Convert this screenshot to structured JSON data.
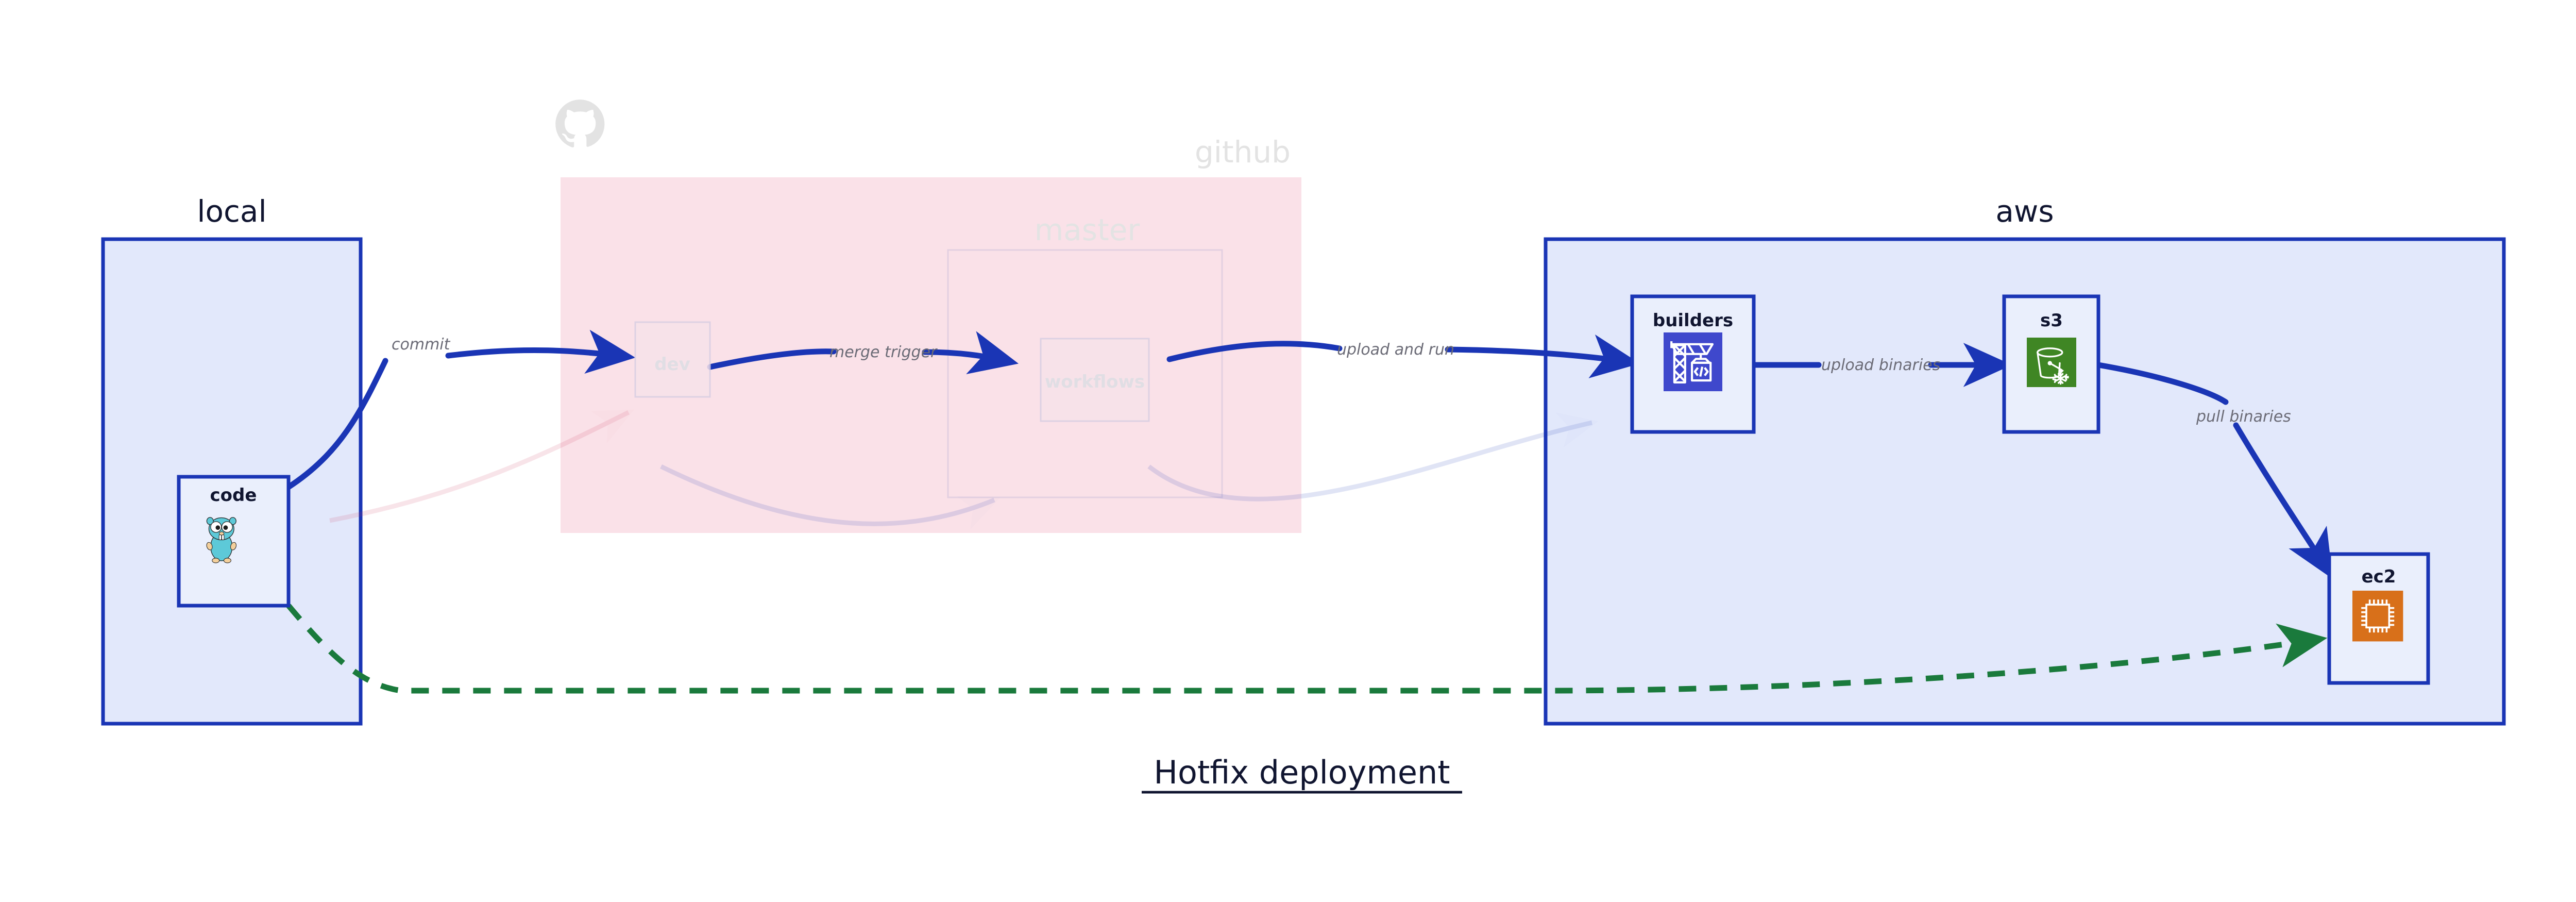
{
  "diagram": {
    "title": "Hotfix deployment",
    "zones": [
      {
        "id": "local",
        "label": "local",
        "state": "active"
      },
      {
        "id": "github",
        "label": "github",
        "state": "dimmed"
      },
      {
        "id": "aws",
        "label": "aws",
        "state": "active"
      }
    ],
    "subzones": [
      {
        "id": "master",
        "label": "master",
        "parent": "github",
        "state": "dimmed"
      }
    ],
    "nodes": [
      {
        "id": "code",
        "label": "code",
        "zone": "local",
        "icon": "go-gopher-icon",
        "state": "active"
      },
      {
        "id": "dev",
        "label": "dev",
        "zone": "github",
        "icon": "none",
        "state": "dimmed"
      },
      {
        "id": "workflows",
        "label": "workflows",
        "zone": "master",
        "icon": "none",
        "state": "dimmed"
      },
      {
        "id": "builders",
        "label": "builders",
        "zone": "aws",
        "icon": "aws-codebuild-icon",
        "state": "active"
      },
      {
        "id": "s3",
        "label": "s3",
        "zone": "aws",
        "icon": "aws-s3-glacier-icon",
        "state": "active"
      },
      {
        "id": "ec2",
        "label": "ec2",
        "zone": "aws",
        "icon": "aws-ec2-icon",
        "state": "active"
      }
    ],
    "edges": [
      {
        "id": "commit",
        "label": "commit",
        "from": "code",
        "to": "dev",
        "style": "solid",
        "state": "active"
      },
      {
        "id": "merge-trigger",
        "label": "merge trigger",
        "from": "dev",
        "to": "workflows",
        "style": "solid",
        "state": "active"
      },
      {
        "id": "upload-and-run",
        "label": "upload and run",
        "from": "workflows",
        "to": "builders",
        "style": "solid",
        "state": "active"
      },
      {
        "id": "upload-binaries",
        "label": "upload binaries",
        "from": "builders",
        "to": "s3",
        "style": "solid",
        "state": "active"
      },
      {
        "id": "pull-binaries",
        "label": "pull binaries",
        "from": "s3",
        "to": "ec2",
        "style": "solid",
        "state": "active"
      },
      {
        "id": "hotfix-direct",
        "label": "",
        "from": "code",
        "to": "ec2",
        "style": "dashed",
        "state": "active"
      },
      {
        "id": "ghost-code-dev",
        "label": "",
        "from": "code",
        "to": "dev",
        "style": "solid",
        "state": "dimmed"
      },
      {
        "id": "ghost-dev-workflows",
        "label": "",
        "from": "dev",
        "to": "workflows",
        "style": "solid",
        "state": "dimmed"
      },
      {
        "id": "ghost-workflows-build",
        "label": "",
        "from": "workflows",
        "to": "builders",
        "style": "solid",
        "state": "dimmed"
      }
    ],
    "colors": {
      "active_blue": "#1a35b5",
      "zone_fill_blue": "#e2e8fb",
      "zone_fill_pink": "#fae1e8",
      "node_fill": "#eaeffc",
      "dashed_green": "#1a7a3c",
      "label_grey": "#6b6b76",
      "dim_grey": "#e3e3e3",
      "codebuild_blue": "#3f48cc",
      "s3_green": "#3f8624",
      "ec2_orange": "#d8701a",
      "gopher_teal": "#5dc9d8"
    },
    "icons": {
      "github_logo": "github-octocat-icon",
      "code": "go-gopher-icon",
      "builders": "aws-codebuild-icon",
      "s3": "aws-s3-glacier-icon",
      "ec2": "aws-ec2-icon"
    }
  }
}
